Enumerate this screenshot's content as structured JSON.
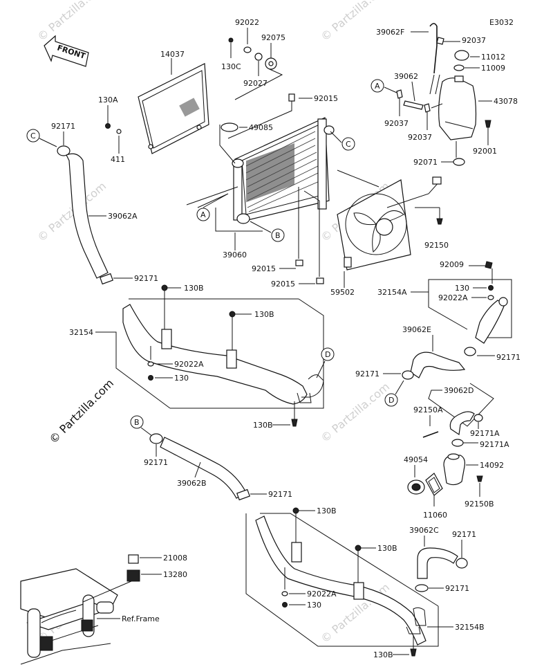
{
  "diagram_code": "E3032",
  "front_label": "FRONT",
  "copyright": "© Partzilla.com",
  "watermark": "© Partzilla.com",
  "ref_frame_label": "Ref.Frame",
  "callouts": {
    "A": "A",
    "B": "B",
    "C": "C",
    "D": "D"
  },
  "parts": {
    "p14037": "14037",
    "p130A": "130A",
    "p411": "411",
    "p92022_top": "92022",
    "p130C": "130C",
    "p92075": "92075",
    "p92027": "92027",
    "p92015_top": "92015",
    "p49085": "49085",
    "p39060": "39060",
    "p92015_mid": "92015",
    "p92015_bot": "92015",
    "p59502": "59502",
    "p92150": "92150",
    "p39062F": "39062F",
    "p92037_top": "92037",
    "p11012": "11012",
    "p11009": "11009",
    "p39062": "39062",
    "p43078": "43078",
    "p92037_left": "92037",
    "p92037_mid": "92037",
    "p92001": "92001",
    "p92071": "92071",
    "p92171_tl": "92171",
    "p39062A": "39062A",
    "p92171_a": "92171",
    "p130B_1": "130B",
    "p130B_2": "130B",
    "p32154": "32154",
    "p92022A_1": "92022A",
    "p130_1": "130",
    "p130B_3": "130B",
    "p92009": "92009",
    "p32154A": "32154A",
    "p130_2": "130",
    "p92022A_2": "92022A",
    "p39062E": "39062E",
    "p92171_r1": "92171",
    "p92171_r2": "92171",
    "p39062D": "39062D",
    "p92150A": "92150A",
    "p92171A_1": "92171A",
    "p92171A_2": "92171A",
    "p49054": "49054",
    "p14092": "14092",
    "p11060": "11060",
    "p92150B": "92150B",
    "p92171_b1": "92171",
    "p39062B": "39062B",
    "p92171_b2": "92171",
    "p130B_4": "130B",
    "p21008": "21008",
    "p13280": "13280",
    "p130B_5": "130B",
    "p92022A_3": "92022A",
    "p130_3": "130",
    "p39062C": "39062C",
    "p92171_c1": "92171",
    "p92171_c2": "92171",
    "p32154B": "32154B",
    "p130B_6": "130B"
  }
}
